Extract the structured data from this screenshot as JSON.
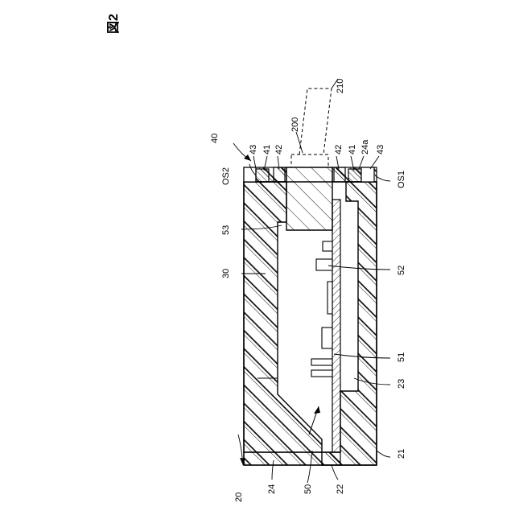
{
  "figure": {
    "title": "図2"
  },
  "colors": {
    "line": "#000000",
    "background": "#ffffff"
  },
  "labels": {
    "l20": "20",
    "l21": "21",
    "l22": "22",
    "l23": "23",
    "l24": "24",
    "l24a": "24a",
    "l30": "30",
    "l40": "40",
    "l41a": "41",
    "l41b": "41",
    "l42a": "42",
    "l42b": "42",
    "l43a": "43",
    "l43b": "43",
    "l50": "50",
    "l51": "51",
    "l52": "52",
    "l53": "53",
    "l200": "200",
    "l210": "210",
    "os1": "OS1",
    "os2": "OS2"
  }
}
